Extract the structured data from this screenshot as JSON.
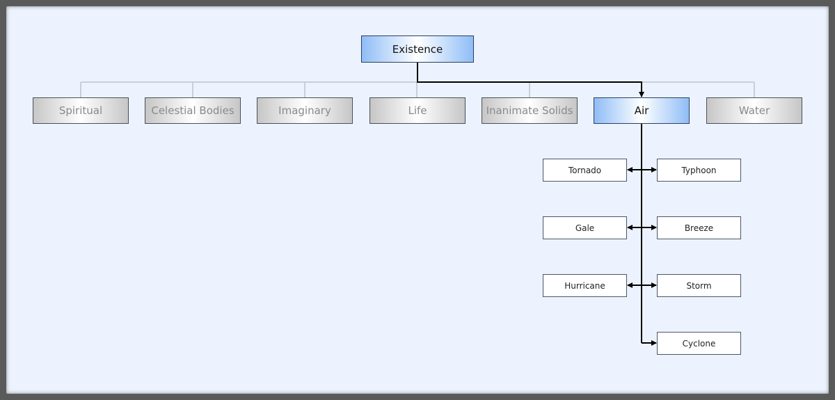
{
  "root": {
    "label": "Existence"
  },
  "categories": [
    {
      "label": "Spiritual",
      "active": false
    },
    {
      "label": "Celestial Bodies",
      "active": false
    },
    {
      "label": "Imaginary",
      "active": false
    },
    {
      "label": "Life",
      "active": false
    },
    {
      "label": "Inanimate Solids",
      "active": false
    },
    {
      "label": "Air",
      "active": true
    },
    {
      "label": "Water",
      "active": false
    }
  ],
  "air_children": {
    "left": [
      "Tornado",
      "Gale",
      "Hurricane"
    ],
    "right": [
      "Typhoon",
      "Breeze",
      "Storm",
      "Cyclone"
    ]
  },
  "colors": {
    "canvas": "#ecf3fe",
    "active_gradient": "#8fbdf6",
    "inactive_gradient": "#c6c6c6",
    "inactive_text": "#8a8a8a",
    "faded_connector": "#c9cfd9",
    "active_connector": "#000000"
  }
}
